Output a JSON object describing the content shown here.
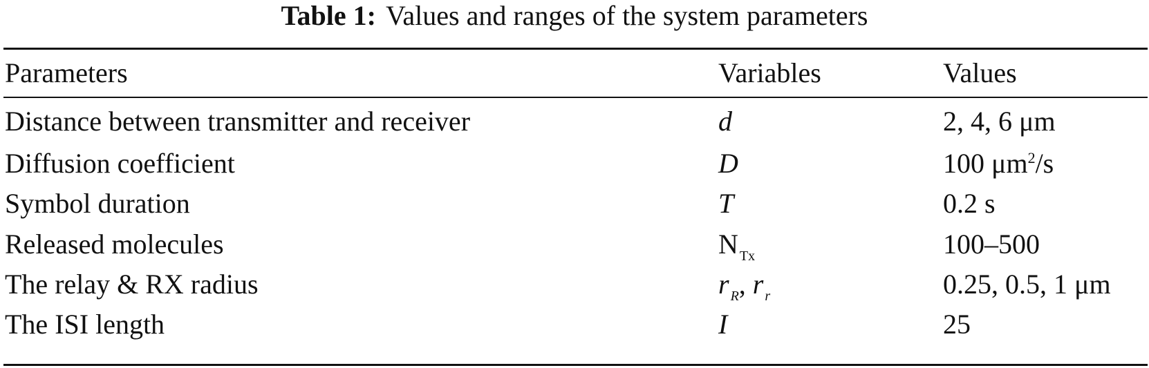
{
  "caption": {
    "label": "Table 1:",
    "text": "Values and ranges of the system parameters"
  },
  "table": {
    "headers": {
      "parameters": "Parameters",
      "variables": "Variables",
      "values": "Values"
    },
    "rows": [
      {
        "parameter": "Distance between transmitter and receiver",
        "variable": "d",
        "value": "2, 4, 6 μm"
      },
      {
        "parameter": "Diffusion coefficient",
        "variable": "D",
        "value_main": "100 μm",
        "value_sup": "2",
        "value_tail": "/s"
      },
      {
        "parameter": "Symbol duration",
        "variable": "T",
        "value": "0.2 s"
      },
      {
        "parameter": "Released molecules",
        "variable_main": "N",
        "variable_sub": "Tx",
        "value": "100–500"
      },
      {
        "parameter": "The relay & RX radius",
        "variable_a": "r",
        "variable_a_sub": "R",
        "variable_sep": ", ",
        "variable_b": "r",
        "variable_b_sub": "r",
        "value": "0.25, 0.5, 1 μm"
      },
      {
        "parameter": "The ISI length",
        "variable": "I",
        "value": "25"
      }
    ]
  }
}
